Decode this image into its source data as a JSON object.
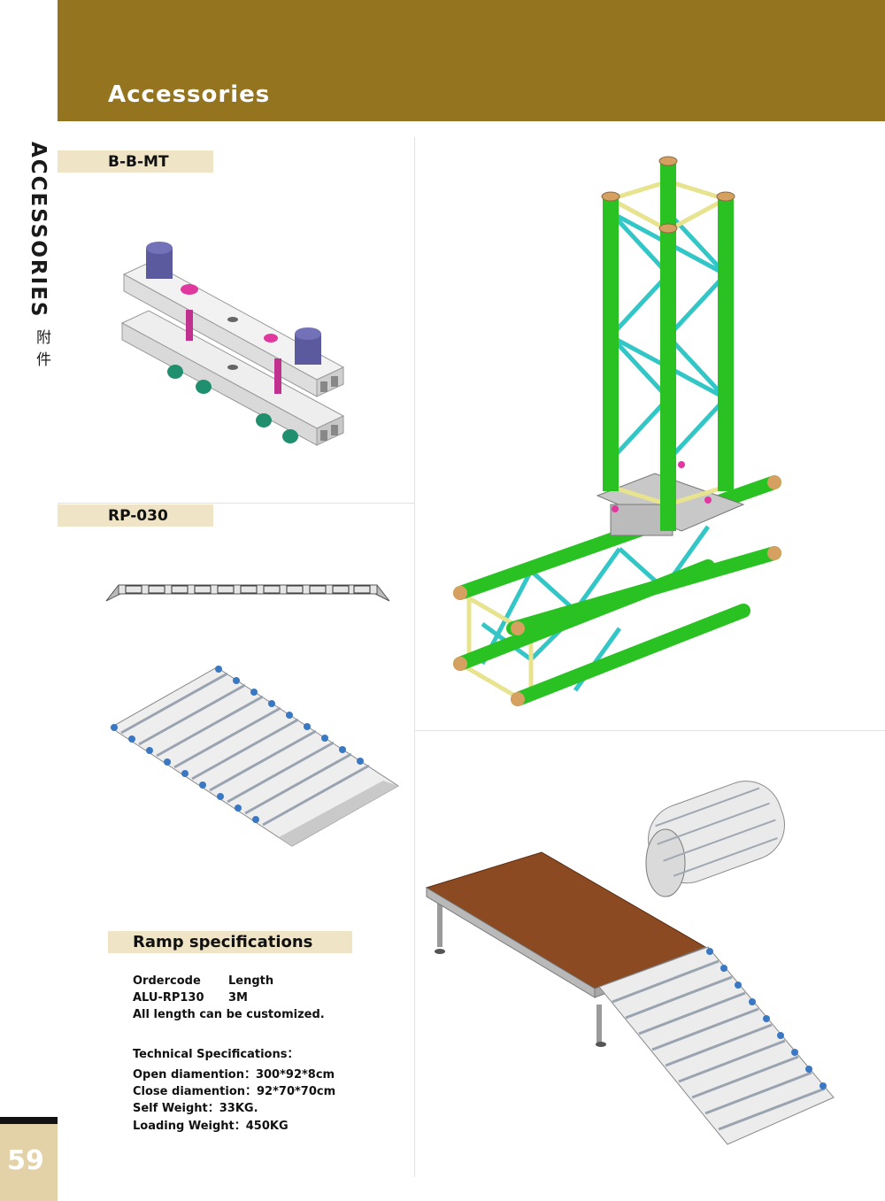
{
  "header": {
    "title": "Accessories"
  },
  "side": {
    "vertical_title": "ACCESSORIES",
    "vertical_cn": "附件"
  },
  "page": {
    "number": "59"
  },
  "sections": {
    "bbmt": {
      "label": "B-B-MT"
    },
    "rp030": {
      "label": "RP-030"
    }
  },
  "ramp_specs": {
    "title": "Ramp specifications",
    "col_ordercode": "Ordercode",
    "col_length": "Length",
    "row_code": "ALU-RP130",
    "row_length": "3M",
    "note": "All length can be customized.",
    "tech_title": "Technical Specifications：",
    "open": "Open diamention：300*92*8cm",
    "close": "Close diamention：92*70*70cm",
    "weight": "Self Weight：33KG.",
    "loading": "Loading Weight：450KG"
  },
  "colors": {
    "header_bg": "#95741f",
    "label_bg": "#efe4c6",
    "truss_green": "#2db52a",
    "truss_cyan": "#32c6c6",
    "truss_yellow": "#e7e38e",
    "stage_wood": "#8b4a22"
  }
}
